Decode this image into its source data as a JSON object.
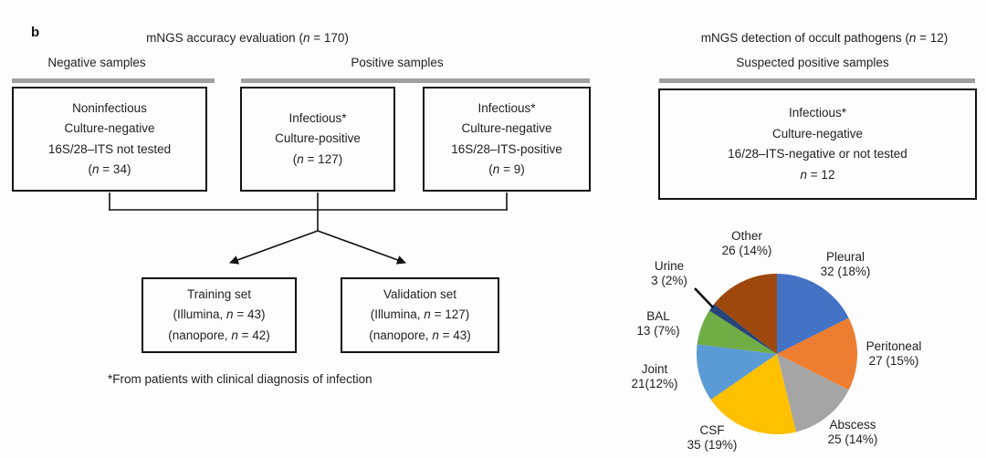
{
  "figure": {
    "panel_label": "b",
    "left_panel": {
      "title": "mNGS accuracy evaluation (n = 170)",
      "negative_header": "Negative samples",
      "positive_header": "Positive samples",
      "boxes": {
        "noninfectious": {
          "lines": [
            "Noninfectious",
            "Culture-negative",
            "16S/28–ITS not tested",
            "(n = 34)"
          ]
        },
        "culture_positive": {
          "lines": [
            "Infectious*",
            "Culture-positive",
            "(n = 127)"
          ]
        },
        "its_positive": {
          "lines": [
            "Infectious*",
            "Culture-negative",
            "16S/28–ITS-positive",
            "(n = 9)"
          ]
        },
        "training": {
          "lines": [
            "Training set",
            "(Illumina, n = 43)",
            "(nanopore, n = 42)"
          ]
        },
        "validation": {
          "lines": [
            "Validation set",
            "(Illumina, n = 127)",
            "(nanopore, n = 43)"
          ]
        }
      },
      "footnote": "*From patients with clinical diagnosis of infection"
    },
    "right_panel": {
      "title": "mNGS detection of occult pathogens (n = 12)",
      "subtitle": "Suspected positive samples",
      "box": {
        "lines": [
          "Infectious*",
          "Culture-negative",
          "16/28–ITS-negative or not tested",
          "n = 12"
        ]
      }
    }
  },
  "chart_data": {
    "type": "pie",
    "title": "mNGS detection of occult pathogens (n = 12)",
    "start_angle_deg": 0,
    "direction": "clockwise",
    "slices": [
      {
        "label": "Pleural",
        "value": 32,
        "display": "32 (18%)",
        "color": "#4472C4"
      },
      {
        "label": "Peritoneal",
        "value": 27,
        "display": "27 (15%)",
        "color": "#ED7D31"
      },
      {
        "label": "Abscess",
        "value": 25,
        "display": "25 (14%)",
        "color": "#A5A5A5"
      },
      {
        "label": "CSF",
        "value": 35,
        "display": "35 (19%)",
        "color": "#FFC000"
      },
      {
        "label": "Joint",
        "value": 21,
        "display": "21(12%)",
        "color": "#5B9BD5"
      },
      {
        "label": "BAL",
        "value": 13,
        "display": "13 (7%)",
        "color": "#70AD47"
      },
      {
        "label": "Urine",
        "value": 3,
        "display": "3 (2%)",
        "color": "#264478"
      },
      {
        "label": "Other",
        "value": 26,
        "display": "26 (14%)",
        "color": "#9E480E"
      }
    ]
  }
}
